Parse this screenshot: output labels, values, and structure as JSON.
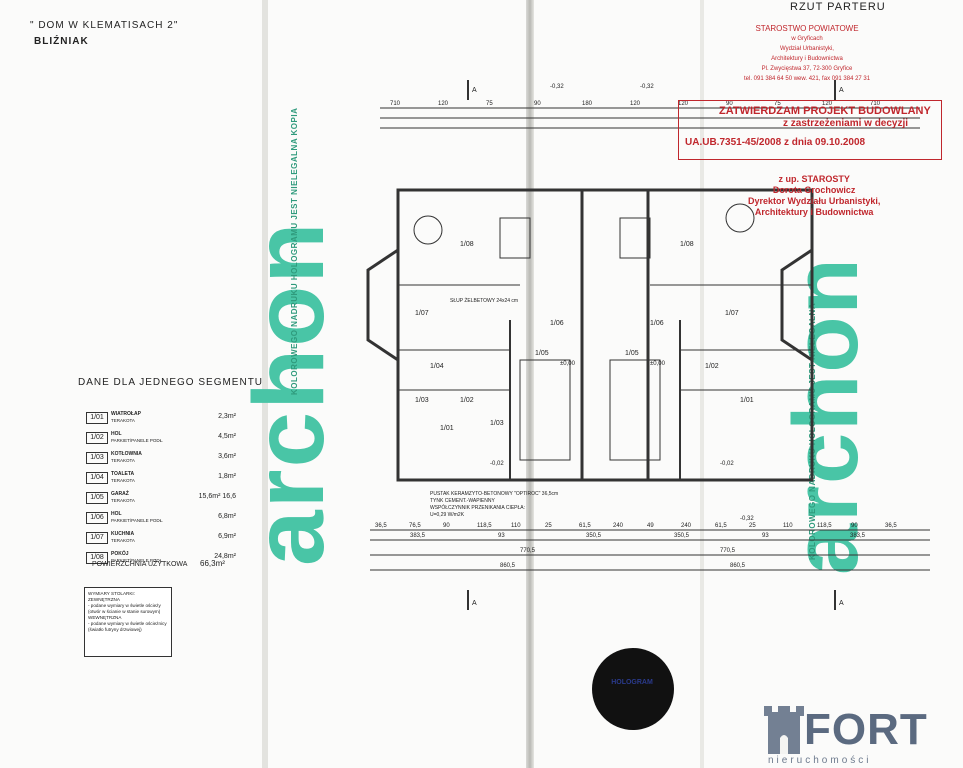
{
  "header": {
    "title": "\" DOM  W  KLEMATISACH 2\"",
    "subtitle": "BLIŹNIAK",
    "plan_name": "RZUT PARTERU"
  },
  "brand": {
    "archon_left": "archon",
    "archon_right": "archon",
    "holo_left": "KOLOROWEGO NADRUKU HOLOGRAMU JEST NIELEGALNA KOPIA",
    "holo_right": "KOLOROWEGO NADRUKU HOLOGRAMU JEST NIELEGALNA"
  },
  "segment": {
    "title": "DANE DLA JEDNEGO SEGMENTU",
    "rooms": [
      {
        "num": "1/01",
        "name": "WIATROŁAP",
        "finish": "TERAKOTA",
        "area": "2,3m²"
      },
      {
        "num": "1/02",
        "name": "HOL",
        "finish": "PARKIET/PANELE PODŁ.",
        "area": "4,5m²"
      },
      {
        "num": "1/03",
        "name": "KOTŁOWNIA",
        "finish": "TERAKOTA",
        "area": "3,6m²"
      },
      {
        "num": "1/04",
        "name": "TOALETA",
        "finish": "TERAKOTA",
        "area": "1,8m²"
      },
      {
        "num": "1/05",
        "name": "GARAŻ",
        "finish": "TERAKOTA",
        "area": "15,6m² 16,6"
      },
      {
        "num": "1/06",
        "name": "HOL",
        "finish": "PARKIET/PANELE PODŁ.",
        "area": "6,8m²"
      },
      {
        "num": "1/07",
        "name": "KUCHNIA",
        "finish": "TERAKOTA",
        "area": "6,9m²"
      },
      {
        "num": "1/08",
        "name": "POKÓJ",
        "finish": "PARKIET/PANELE PODŁ.",
        "area": "24,8m²"
      }
    ],
    "usable_label": "POWIERZCHNIA UŻYTKOWA",
    "usable_value": "66,3m²"
  },
  "wymiary": {
    "title": "WYMIARY STOLARKI:",
    "l1": "ZEWNĘTRZNA",
    "l2": "- podane wymiary w świetle ościeży",
    "l3": "(otwór w ścianie w stanie surowym)",
    "l4": "WEWNĘTRZNA",
    "l5": "- podane wymiary w świetle ościeżnicy",
    "l6": "(światło futryny drzwiowej)"
  },
  "stamps": {
    "office": [
      "STAROSTWO POWIATOWE",
      "w Gryficach",
      "Wydział Urbanistyki,",
      "Architektury i Budownictwa",
      "Pl. Zwycięstwa 37, 72-300 Gryfice",
      "tel. 091 384 64 50 wew. 421, fax 091 384 27 31"
    ],
    "approve_l1": "ZATWIERDZAM PROJEKT BUDOWLANY",
    "approve_l2": "z zastrzeżeniami w decyzji",
    "approve_l3": "UA.UB.7351-45/2008  z dnia 09.10.2008",
    "starosta": [
      "z up. STAROSTY",
      "Dorota Grochowicz",
      "Dyrektor Wydziału Urbanistyki,",
      "Architektury i Budownictwa"
    ]
  },
  "plan_labels": {
    "dims_top": [
      "710",
      "120",
      "75",
      "90",
      "180",
      "120",
      "120",
      "90",
      "75",
      "120",
      "710"
    ],
    "dims_bottom_1": [
      "36,5",
      "76,5",
      "90",
      "118,5",
      "110",
      "25",
      "61,5",
      "240",
      "49",
      "240",
      "61,5",
      "25",
      "110",
      "118,5",
      "90",
      "36,5"
    ],
    "dims_bottom_2": [
      "383,5",
      "93",
      "350,5",
      "350,5",
      "93",
      "383,5"
    ],
    "dims_bottom_3": [
      "770,5",
      "770,5"
    ],
    "dims_bottom_4": [
      "860,5",
      "860,5"
    ],
    "rooms": [
      "1/08",
      "1/08",
      "1/07",
      "1/07",
      "1/05",
      "1/05",
      "1/04",
      "1/02",
      "1/03",
      "1/01",
      "1/02",
      "1/03",
      "1/01",
      "1/06",
      "1/06"
    ],
    "wall_note": "PUSTAK KERAMZYTO-BETONOWY \"OPTIROC\" 36,5cm",
    "wall_note2": "TYNK CEMENT.-WAPIENNY",
    "wall_note3": "WSPÓŁCZYNNIK PRZENIKANIA CIEPŁA:",
    "wall_note4": "U=0,29 W/m2K",
    "slup": "SŁUP ŻELBETOWY 24x24 cm",
    "levels": [
      "-0,32",
      "-0,32",
      "-0,32",
      "±0,00",
      "±0,00",
      "-0,02",
      "-0,02"
    ],
    "section": [
      "A",
      "A",
      "A",
      "A"
    ]
  },
  "logo": {
    "center": "HOLOGRAM",
    "fort_word": "FORT",
    "fort_sub": "nieruchomości"
  },
  "colors": {
    "archon_green": "#49c5a6",
    "stamp_red": "#c0272d",
    "fort_gray": "#5b6a80"
  }
}
